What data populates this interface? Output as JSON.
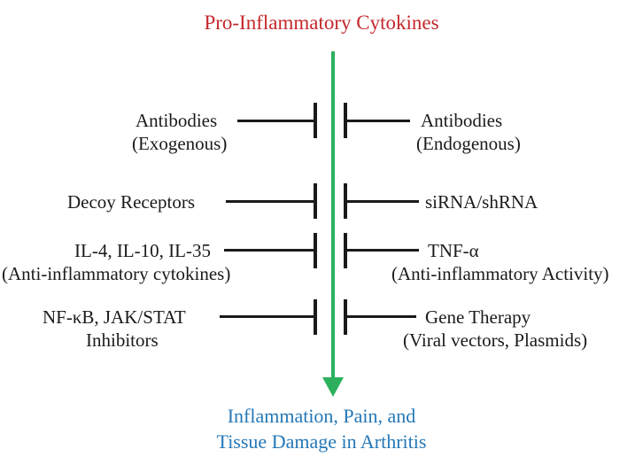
{
  "title": {
    "text": "Pro-Inflammatory Cytokines"
  },
  "colors": {
    "title_red": "#c4282d",
    "outcome_blue": "#2478b8",
    "arrow_green": "#2cb05e",
    "line_black": "#1a1a1a"
  },
  "rows": {
    "left": [
      {
        "line1": "Antibodies",
        "line2": "(Exogenous)"
      },
      {
        "line1": "Decoy Receptors",
        "line2": ""
      },
      {
        "line1": "IL-4, IL-10, IL-35",
        "line2": "(Anti-inflammatory cytokines)"
      },
      {
        "line1": "NF-κB, JAK/STAT",
        "line2": "Inhibitors"
      }
    ],
    "right": [
      {
        "line1": "Antibodies",
        "line2": "(Endogenous)"
      },
      {
        "line1": "siRNA/shRNA",
        "line2": ""
      },
      {
        "line1": "TNF-α",
        "line2": "(Anti-inflammatory Activity)"
      },
      {
        "line1": "Gene Therapy",
        "line2": "(Viral vectors, Plasmids)"
      }
    ]
  },
  "outcome": {
    "line1": "Inflammation, Pain, and",
    "line2": "Tissue Damage in Arthritis"
  }
}
